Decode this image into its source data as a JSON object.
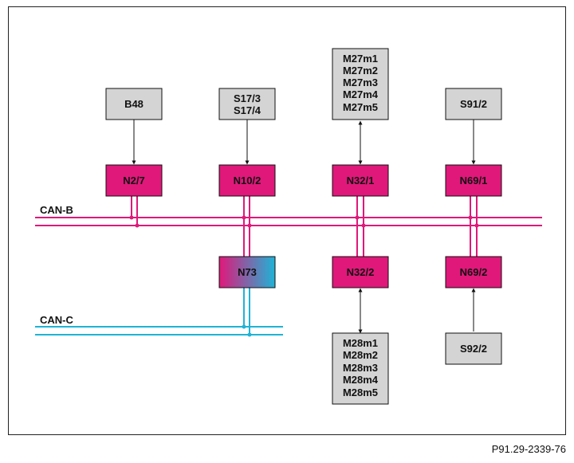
{
  "diagram": {
    "buses": {
      "can_b": {
        "label": "CAN-B",
        "color": "#e0187a"
      },
      "can_c": {
        "label": "CAN-C",
        "color": "#1fb3d6"
      }
    },
    "modules": {
      "n2_7": "N2/7",
      "n10_2": "N10/2",
      "n32_1": "N32/1",
      "n69_1": "N69/1",
      "n73": "N73",
      "n32_2": "N32/2",
      "n69_2": "N69/2"
    },
    "components": {
      "b48": [
        "B48"
      ],
      "s17": [
        "S17/3",
        "S17/4"
      ],
      "m27": [
        "M27m1",
        "M27m2",
        "M27m3",
        "M27m4",
        "M27m5"
      ],
      "s91_2": [
        "S91/2"
      ],
      "m28": [
        "M28m1",
        "M28m2",
        "M28m3",
        "M28m4",
        "M28m5"
      ],
      "s92_2": [
        "S92/2"
      ]
    },
    "colors": {
      "module": "#e0187a",
      "component": "#d4d4d4"
    },
    "reference": "P91.29-2339-76"
  }
}
